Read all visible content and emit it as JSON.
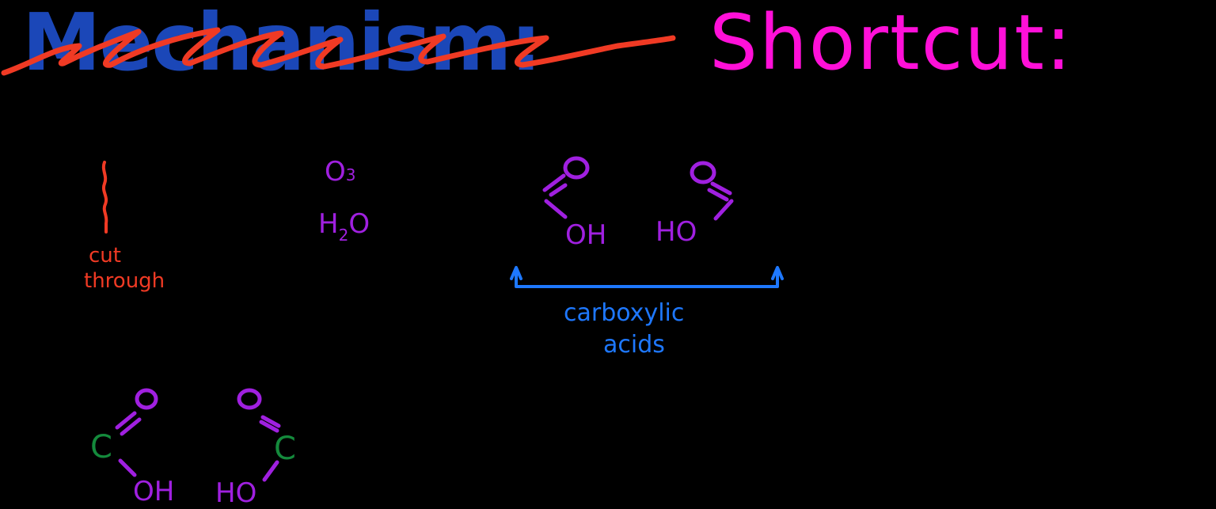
{
  "header": {
    "crossed_out_title": "Mechanism:",
    "title": "Shortcut:"
  },
  "colors": {
    "background": "#000000",
    "mechanism_blue": "#1B47B8",
    "strike_red": "#F03A24",
    "shortcut_magenta": "#FF10D8",
    "reagent_purple": "#A020E0",
    "carbon_green": "#148A3C",
    "annotation_blue": "#1E78FF"
  },
  "cut_annotation": {
    "label_line1": "cut",
    "label_line2": "through"
  },
  "reagents": {
    "step1": "O",
    "step1_sub": "3",
    "step2_a": "H",
    "step2_sub": "2",
    "step2_b": "O"
  },
  "products": {
    "left": {
      "carbonyl_o": "O",
      "hydroxyl": "OH"
    },
    "right": {
      "carbonyl_o": "O",
      "hydroxyl": "HO"
    }
  },
  "products_annotation": {
    "line1": "carboxylic",
    "line2": "acids"
  },
  "bottom_structures": {
    "left": {
      "carbonyl_o": "O",
      "carbon": "C",
      "hydroxyl": "OH"
    },
    "right": {
      "carbonyl_o": "O",
      "carbon": "C",
      "hydroxyl": "HO"
    }
  }
}
